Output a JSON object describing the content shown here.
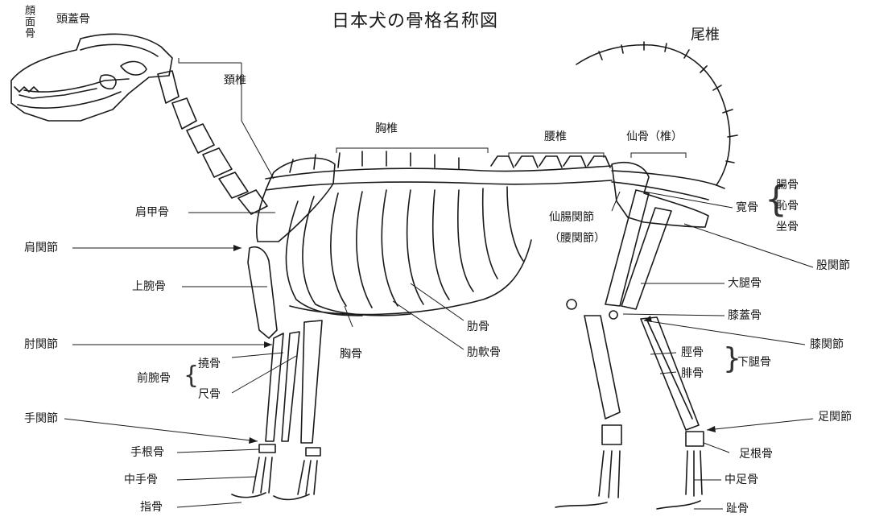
{
  "title": "日本犬の骨格名称図",
  "labels": {
    "facial_bone": "顔面骨",
    "skull": "頭蓋骨",
    "cervical": "頚椎",
    "thoracic": "胸椎",
    "lumbar": "腰椎",
    "sacrum": "仙骨（椎）",
    "caudal": "尾椎",
    "scapula": "肩甲骨",
    "shoulder_joint": "肩関節",
    "humerus": "上腕骨",
    "elbow_joint": "肘関節",
    "forearm": "前腕骨",
    "radius": "撓骨",
    "ulna": "尺骨",
    "wrist_joint": "手関節",
    "carpal": "手根骨",
    "metacarpal": "中手骨",
    "phalanges_front": "指骨",
    "sternum": "胸骨",
    "ribs": "肋骨",
    "costal_cartilage": "肋軟骨",
    "sacroiliac_line1": "仙腸関節",
    "sacroiliac_line2": "（腰関節）",
    "hip_bone": "寛骨",
    "ilium": "腸骨",
    "pubis": "恥骨",
    "ischium": "坐骨",
    "hip_joint": "股関節",
    "femur": "大腿骨",
    "patella": "膝蓋骨",
    "knee_joint": "膝関節",
    "tibia": "脛骨",
    "fibula": "腓骨",
    "lower_leg": "下腿骨",
    "ankle_joint": "足関節",
    "tarsal": "足根骨",
    "metatarsal": "中足骨",
    "phalanges_hind": "趾骨"
  }
}
